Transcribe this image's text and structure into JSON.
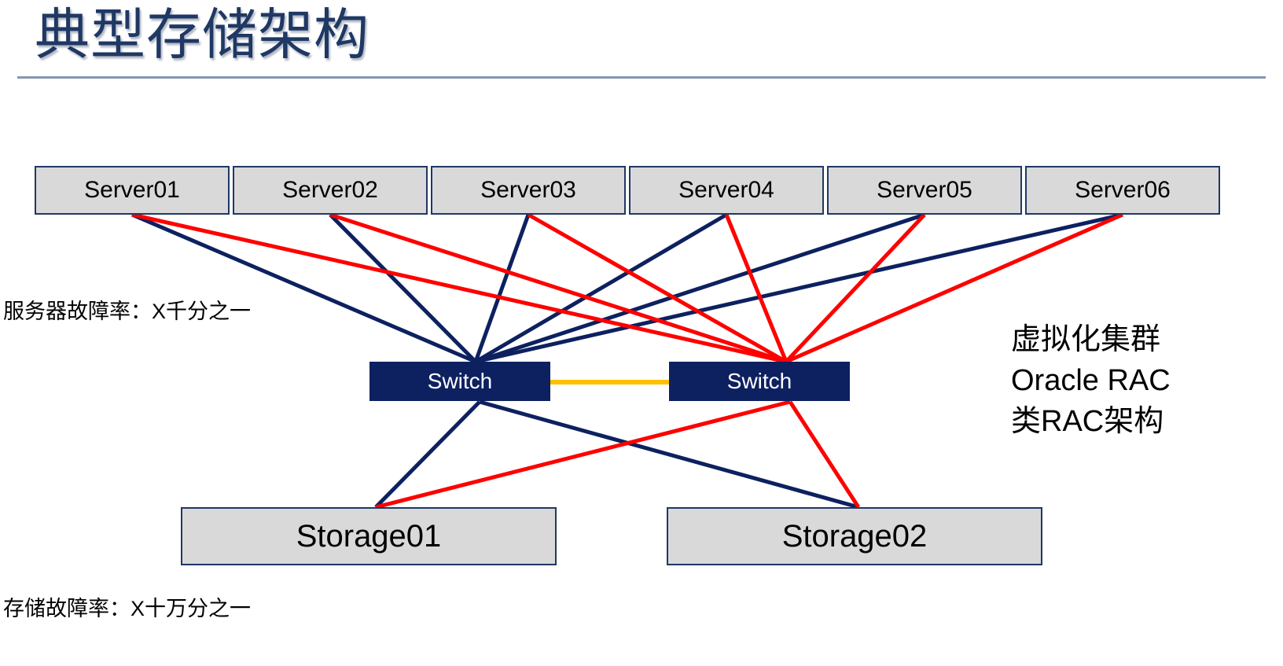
{
  "slide": {
    "title": "典型存储架构",
    "background": "#ffffff",
    "rule_color": "#8496B0"
  },
  "colors": {
    "title": "#1F3864",
    "node_fill": "#D9D9D9",
    "node_border": "#1F3864",
    "switch_fill": "#0D2160",
    "switch_text": "#FFFFFF",
    "link_primary": "#0D2160",
    "link_secondary": "#FF0000",
    "interlink": "#FFC000"
  },
  "diagram": {
    "servers": [
      {
        "label": "Server01"
      },
      {
        "label": "Server02"
      },
      {
        "label": "Server03"
      },
      {
        "label": "Server04"
      },
      {
        "label": "Server05"
      },
      {
        "label": "Server06"
      }
    ],
    "switches": [
      {
        "label": "Switch"
      },
      {
        "label": "Switch"
      }
    ],
    "storages": [
      {
        "label": "Storage01"
      },
      {
        "label": "Storage02"
      }
    ]
  },
  "notes": {
    "server_failure_rate": "服务器故障率：X千分之一",
    "storage_failure_rate": "存储故障率：X十万分之一"
  },
  "cluster_note": {
    "line1": "虚拟化集群",
    "line2": "Oracle RAC",
    "line3": "类RAC架构"
  }
}
